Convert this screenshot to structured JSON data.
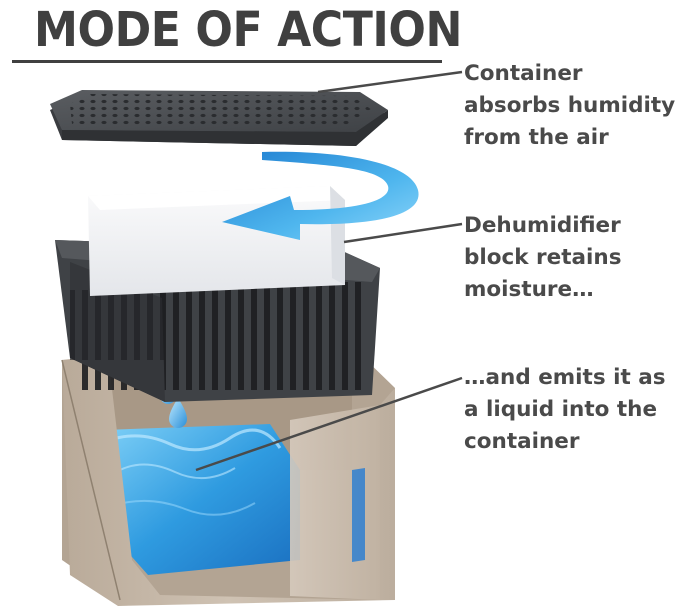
{
  "title": "MODE OF ACTION",
  "captions": {
    "container": [
      "Container",
      "absorbs humidity",
      "from the air"
    ],
    "block": [
      "Dehumidifier",
      "block retains",
      "moisture…"
    ],
    "emits": [
      "…and emits it as",
      "a liquid into the",
      "container"
    ]
  },
  "icons": [
    "perforated-lid",
    "dehumidifier-block",
    "airflow-arrow",
    "basket",
    "water-droplet",
    "collection-container",
    "collected-water"
  ],
  "colors": {
    "title": "#404040",
    "caption": "#4a4a4a",
    "lid": "#4b4e52",
    "basket": "#3f4246",
    "block": "#f1f2f4",
    "container": "#c6b8a8",
    "water": "#2f9be0",
    "arrow": "#4fb6ee"
  }
}
